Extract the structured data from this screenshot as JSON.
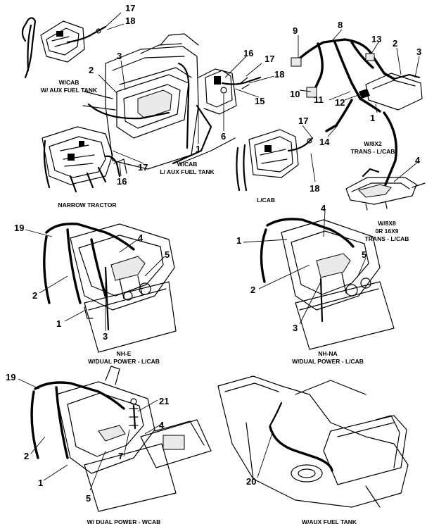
{
  "panels": [
    {
      "key": "cab_aux_top",
      "captions": [
        "W/CAB",
        "W/ AUX FUEL TANK"
      ]
    },
    {
      "key": "cab_aux_main",
      "captions": [
        "W/CAB",
        "L/ AUX FUEL TANK"
      ]
    },
    {
      "key": "narrow_tractor",
      "captions": [
        "NARROW TRACTOR"
      ]
    },
    {
      "key": "lcab",
      "captions": [
        "L/CAB"
      ]
    },
    {
      "key": "trans_8x2",
      "captions": [
        "W/8X2",
        "TRANS - L/CAB"
      ]
    },
    {
      "key": "trans_8x8",
      "captions": [
        "W/8X8",
        "0R 16X9",
        "TRANS - L/CAB"
      ]
    },
    {
      "key": "nh_e",
      "captions": [
        "NH-E",
        "W/DUAL POWER - L/CAB"
      ]
    },
    {
      "key": "nh_na",
      "captions": [
        "NH-NA",
        "W/DUAL POWER - L/CAB"
      ]
    },
    {
      "key": "dual_wcab",
      "captions": [
        "W/ DUAL POWER - WCAB"
      ]
    },
    {
      "key": "aux_tank",
      "captions": [
        "W/AUX FUEL TANK"
      ]
    }
  ],
  "callouts": {
    "top_left": [
      "17",
      "18",
      "3",
      "2"
    ],
    "top_center": [
      "16",
      "17",
      "18",
      "15",
      "6",
      "1",
      "17",
      "16"
    ],
    "lcab": [
      "17",
      "18"
    ],
    "top_right": [
      "9",
      "8",
      "13",
      "2",
      "3",
      "10",
      "11",
      "12",
      "1",
      "14",
      "4"
    ],
    "nh_e": [
      "19",
      "4",
      "5",
      "2",
      "1",
      "3"
    ],
    "nh_na": [
      "4",
      "1",
      "5",
      "2",
      "3"
    ],
    "dual_wcab": [
      "19",
      "21",
      "4",
      "7",
      "2",
      "1",
      "5"
    ],
    "aux_tank": [
      "20"
    ]
  }
}
